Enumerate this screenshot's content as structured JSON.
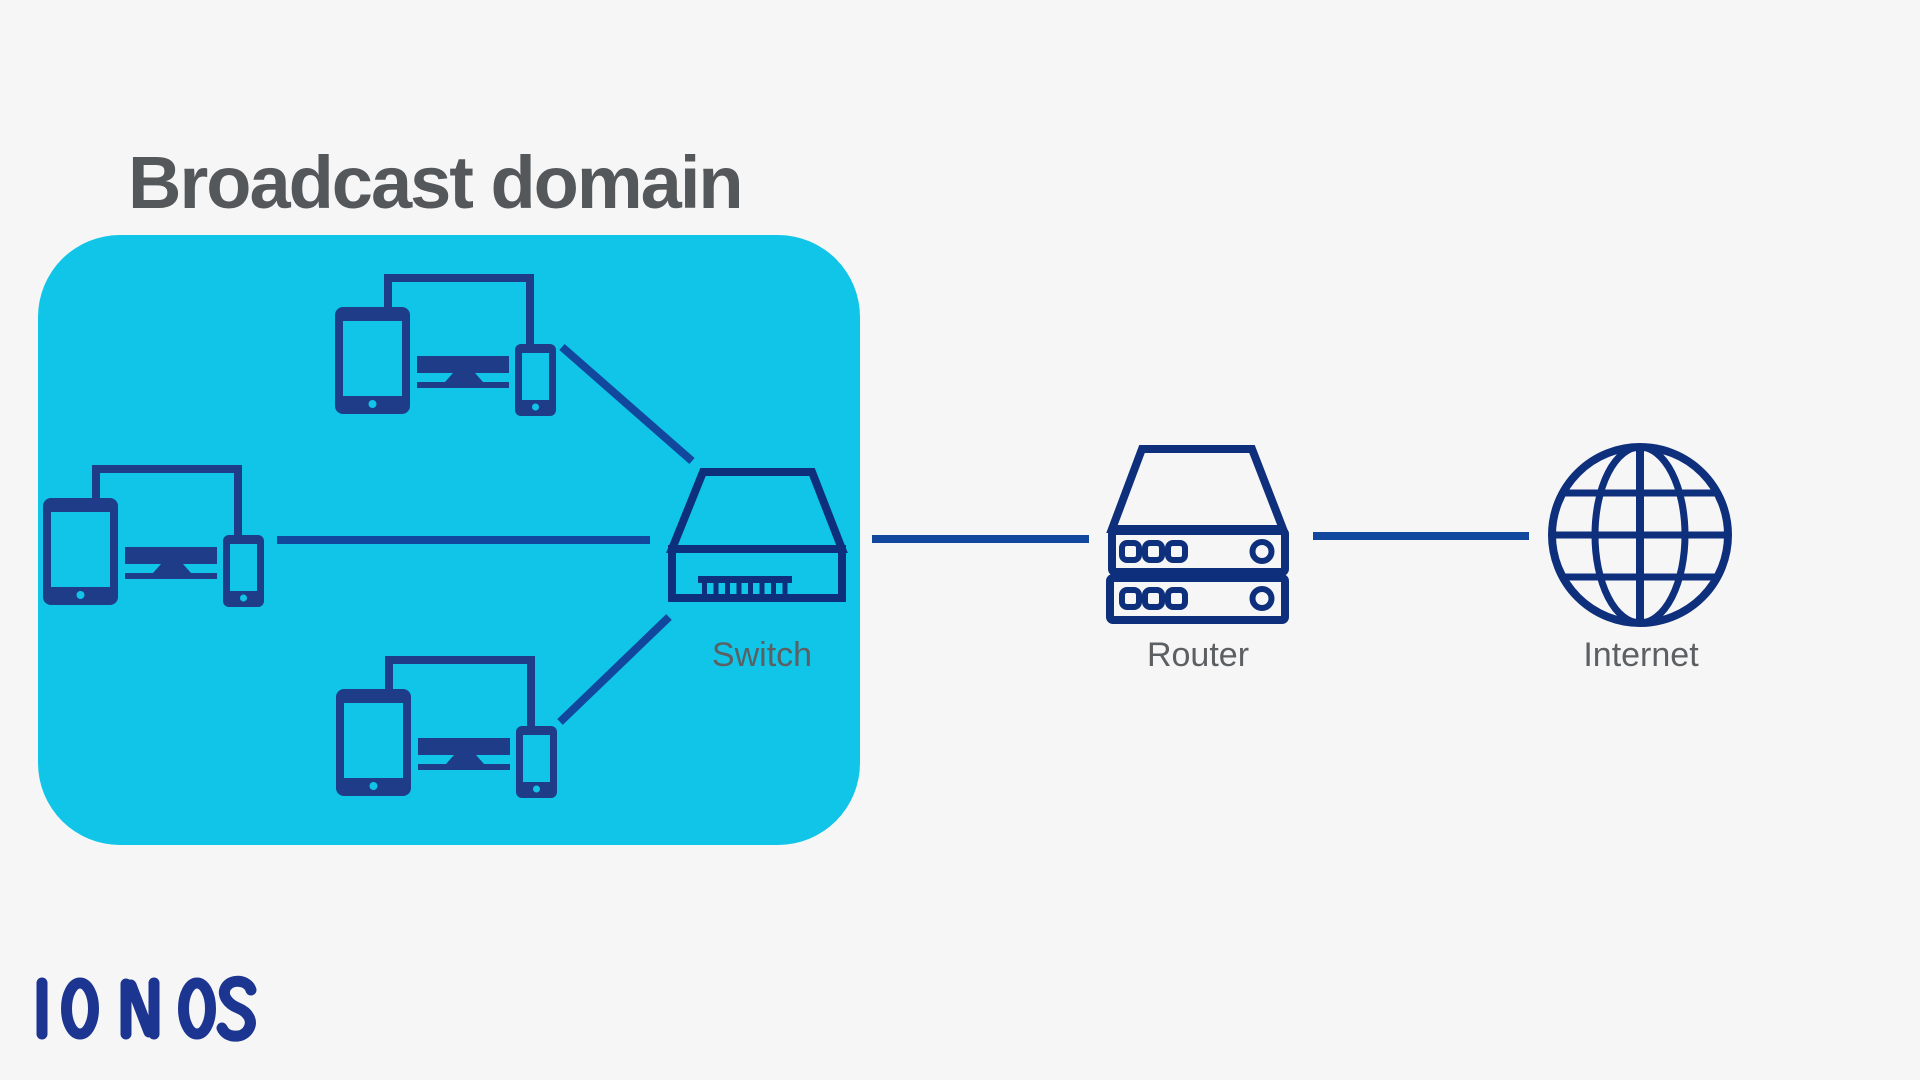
{
  "title": "Broadcast domain",
  "labels": {
    "switch": "Switch",
    "router": "Router",
    "internet": "Internet"
  },
  "diagram": {
    "panel": "broadcast-domain-area",
    "clusters": [
      {
        "name": "device-cluster-top",
        "devices": [
          "tablet",
          "monitor",
          "smartphone"
        ]
      },
      {
        "name": "device-cluster-middle",
        "devices": [
          "tablet",
          "monitor",
          "smartphone"
        ]
      },
      {
        "name": "device-cluster-bottom",
        "devices": [
          "tablet",
          "monitor",
          "smartphone"
        ]
      }
    ],
    "nodes": [
      {
        "id": "switch",
        "icon": "switch-icon"
      },
      {
        "id": "router",
        "icon": "router-icon"
      },
      {
        "id": "internet",
        "icon": "globe-icon"
      }
    ],
    "connections": [
      {
        "from": "device-cluster-top",
        "to": "switch"
      },
      {
        "from": "device-cluster-middle",
        "to": "switch"
      },
      {
        "from": "device-cluster-bottom",
        "to": "switch"
      },
      {
        "from": "switch",
        "to": "router"
      },
      {
        "from": "router",
        "to": "internet"
      }
    ]
  },
  "footer": {
    "brand": "IONOS"
  },
  "colors": {
    "background": "#f6f6f7",
    "panel": "#10c5e7",
    "device": "#1e3c87",
    "icon_stroke": "#0e2f7c",
    "connector": "#11479d",
    "title": "#54585a",
    "label": "#5c6063",
    "logo": "#1c3590"
  }
}
